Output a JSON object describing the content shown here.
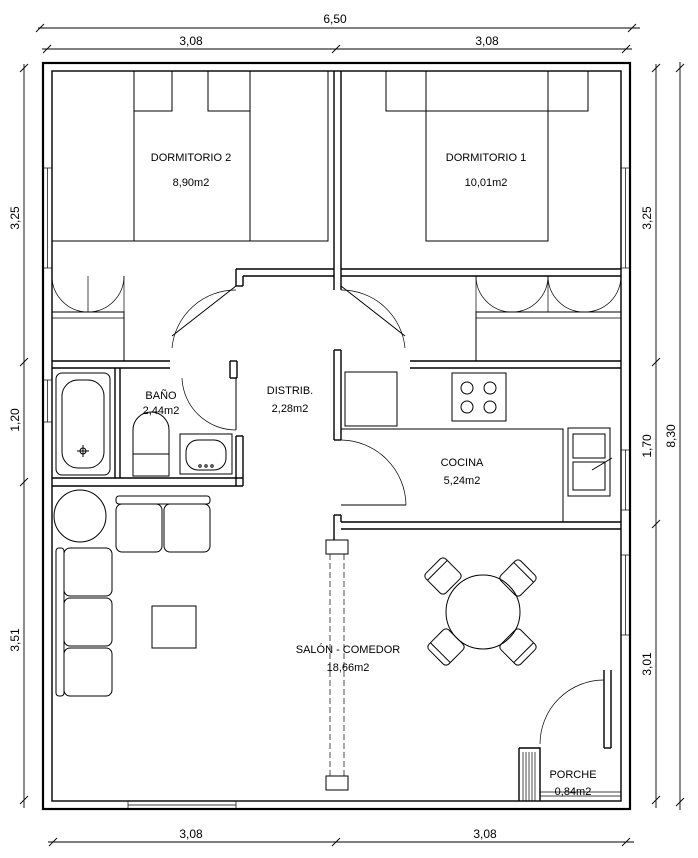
{
  "dimensions": {
    "top_total": "6,50",
    "top_left": "3,08",
    "top_right": "3,08",
    "bottom_left": "3,08",
    "bottom_right": "3,08",
    "left_top": "3,25",
    "left_mid": "1,20",
    "left_bottom": "3,51",
    "right_top": "3,25",
    "right_mid": "1,70",
    "right_bottom": "3,01",
    "right_total": "8,30"
  },
  "rooms": {
    "dormitorio2": {
      "name": "DORMITORIO 2",
      "area": "8,90m2"
    },
    "dormitorio1": {
      "name": "DORMITORIO 1",
      "area": "10,01m2"
    },
    "bano": {
      "name": "BAÑO",
      "area": "2,44m2"
    },
    "distrib": {
      "name": "DISTRIB.",
      "area": "2,28m2"
    },
    "cocina": {
      "name": "COCINA",
      "area": "5,24m2"
    },
    "salon": {
      "name": "SALÓN - COMEDOR",
      "area": "18,66m2"
    },
    "porche": {
      "name": "PORCHE",
      "area": "0,84m2"
    }
  }
}
